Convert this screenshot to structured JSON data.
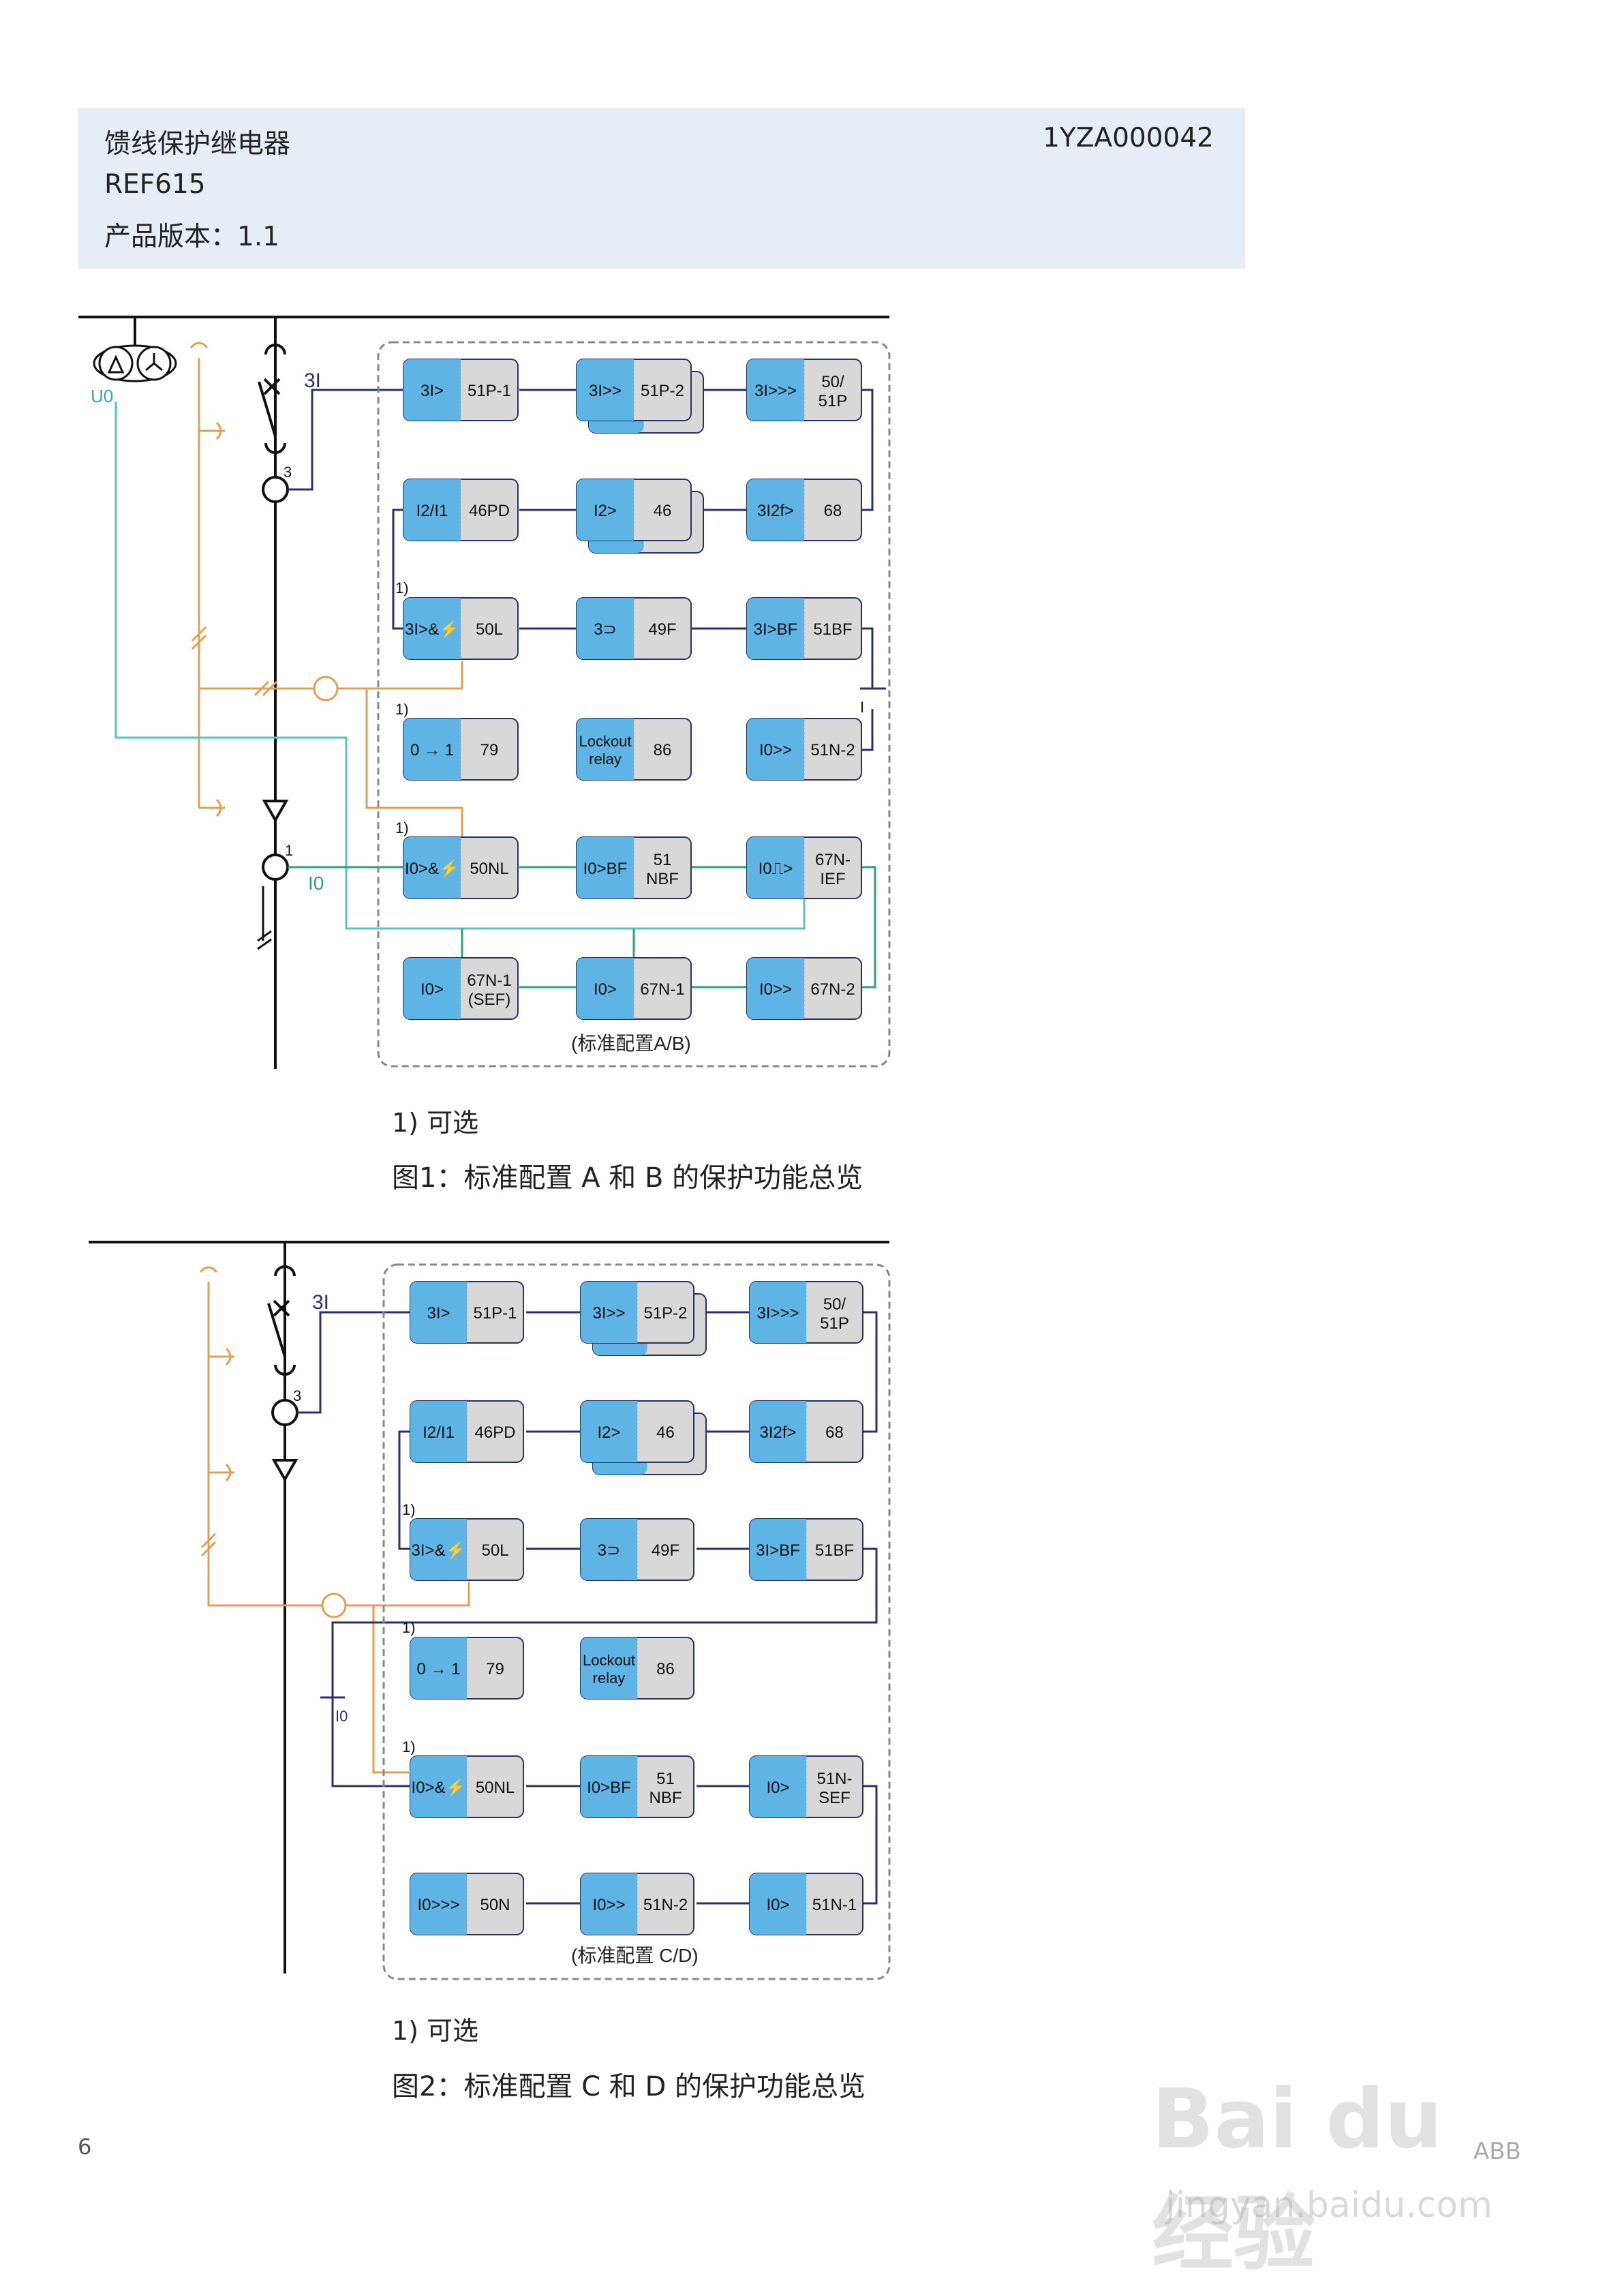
{
  "header": {
    "title": "馈线保护继电器",
    "model": "REF615",
    "version": "产品版本：1.1",
    "doc_no": "1YZA000042"
  },
  "fig1": {
    "label_3I": "3I",
    "label_U0": "U0",
    "label_I0": "I0",
    "ct_num_3": "3",
    "ct_num_1": "1",
    "optional_mark": "1)",
    "config_label": "(标准配置A/B)",
    "footnote": "1) 可选",
    "caption": "图1：标准配置 A 和 B 的保护功能总览",
    "blocks": [
      {
        "sym": "3I>",
        "code": "51P-1"
      },
      {
        "sym": "3I>>",
        "code": "51P-2"
      },
      {
        "sym": "3I>>>",
        "code": "50/51P"
      },
      {
        "sym": "I2/I1",
        "code": "46PD"
      },
      {
        "sym": "I2>",
        "code": "46"
      },
      {
        "sym": "3I2f>",
        "code": "68"
      },
      {
        "sym": "3I>&⚡",
        "code": "50L"
      },
      {
        "sym": "3⊃",
        "code": "49F"
      },
      {
        "sym": "3I>BF",
        "code": "51BF"
      },
      {
        "sym": "0 → 1",
        "code": "79"
      },
      {
        "sym": "Lockout relay",
        "code": "86"
      },
      {
        "sym": "I0>>",
        "code": "51N-2"
      },
      {
        "sym": "I0>&⚡",
        "code": "50NL"
      },
      {
        "sym": "I0>BF",
        "code": "51 NBF"
      },
      {
        "sym": "I0⎍>",
        "code": "67N-IEF"
      },
      {
        "sym": "I0>",
        "code": "67N-1 (SEF)"
      },
      {
        "sym": "I0>",
        "code": "67N-1"
      },
      {
        "sym": "I0>>",
        "code": "67N-2"
      }
    ]
  },
  "fig2": {
    "label_3I": "3I",
    "label_I0": "I0",
    "ct_num_3": "3",
    "optional_mark": "1)",
    "config_label": "(标准配置 C/D)",
    "footnote": "1) 可选",
    "caption": "图2：标准配置 C 和 D 的保护功能总览",
    "blocks": [
      {
        "sym": "3I>",
        "code": "51P-1"
      },
      {
        "sym": "3I>>",
        "code": "51P-2"
      },
      {
        "sym": "3I>>>",
        "code": "50/51P"
      },
      {
        "sym": "I2/I1",
        "code": "46PD"
      },
      {
        "sym": "I2>",
        "code": "46"
      },
      {
        "sym": "3I2f>",
        "code": "68"
      },
      {
        "sym": "3I>&⚡",
        "code": "50L"
      },
      {
        "sym": "3⊃",
        "code": "49F"
      },
      {
        "sym": "3I>BF",
        "code": "51BF"
      },
      {
        "sym": "0 → 1",
        "code": "79"
      },
      {
        "sym": "Lockout relay",
        "code": "86"
      },
      {
        "sym": "I0>&⚡",
        "code": "50NL"
      },
      {
        "sym": "I0>BF",
        "code": "51 NBF"
      },
      {
        "sym": "I0>",
        "code": "51N-SEF"
      },
      {
        "sym": "I0>>>",
        "code": "50N"
      },
      {
        "sym": "I0>>",
        "code": "51N-2"
      },
      {
        "sym": "I0>",
        "code": "51N-1"
      }
    ]
  },
  "page_number": "6",
  "footer_brand": "ABB",
  "watermark": {
    "brand": "Bai du 经验",
    "url": "jingyan.baidu.com"
  },
  "colors": {
    "block_blue": "#5eb4e4",
    "block_grey": "#d8d8d8",
    "line_navy": "#2b2f6a",
    "line_orange": "#e0a04f",
    "line_teal": "#58c6b8",
    "line_green": "#2aa37a",
    "header_bg": "#e6edf7"
  }
}
